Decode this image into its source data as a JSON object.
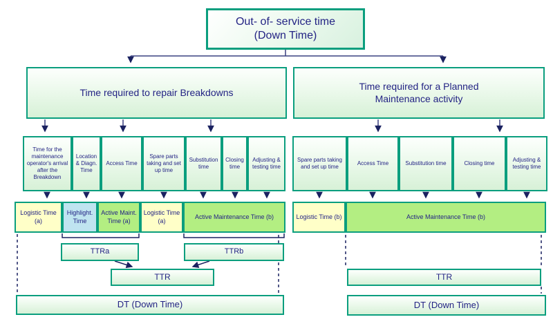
{
  "title_box": {
    "line1": "Out- of- service time",
    "line2": "(Down Time)"
  },
  "left": {
    "header": "Time required to repair Breakdowns",
    "phases": [
      "Time for the maintenance operator's arrival after the Breakdown",
      "Location & Diagn. Time",
      "Access Time",
      "Spare parts taking and set up time",
      "Substitution time",
      "Closing time",
      "Adjusting & testing time"
    ],
    "bars": [
      {
        "label": "Logistic Time (a)",
        "color": "#ffffc8"
      },
      {
        "label": "Highlight. Time",
        "color": "#bfe4f0"
      },
      {
        "label": "Active Maint. Time (a)",
        "color": "#b3ee82"
      },
      {
        "label": "Logistic Time (a)",
        "color": "#ffffc8"
      },
      {
        "label": "Active Maintenance Time (b)",
        "color": "#b3ee82"
      }
    ],
    "ttra": "TTRa",
    "ttrb": "TTRb",
    "ttr": "TTR",
    "dt": "DT (Down Time)"
  },
  "right": {
    "header": "Time required for a Planned Maintenance activity",
    "phases": [
      "Spare parts taking and set up time",
      "Access Time",
      "Substitution time",
      "Closing time",
      "Adjusting & testing time"
    ],
    "bars": [
      {
        "label": "Logistic Time (b)",
        "color": "#ffffc8"
      },
      {
        "label": "Active Maintenance Time (b)",
        "color": "#b3ee82"
      }
    ],
    "ttr": "TTR",
    "dt": "DT (Down Time)"
  },
  "colors": {
    "box_border": "#0a9e7e",
    "box_fill_top": "#fdfffd",
    "box_fill_bottom": "#d7f1d7",
    "logistic_yellow": "#ffffc8",
    "highlight_blue": "#bfe4f0",
    "active_green": "#b3ee82",
    "text_navy": "#232384",
    "connector_navy": "#2a3070"
  }
}
